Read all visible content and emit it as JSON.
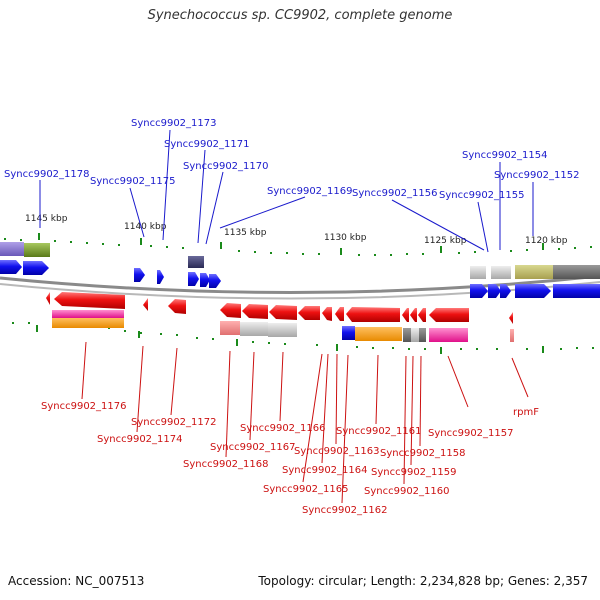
{
  "title": "Synechococcus sp. CC9902, complete genome",
  "accession_text": "Accession: NC_007513",
  "topology_text": "Topology: circular; Length: 2,234,828 bp; Genes: 2,357",
  "colors": {
    "forward_label": "#1a1acc",
    "reverse_label": "#cc1111",
    "forward_gene": "#1111ee",
    "reverse_gene": "#ee1111",
    "backbone": "#888888",
    "tick": "#1a8a1a"
  },
  "scale_labels": [
    "1145 kbp",
    "1140 kbp",
    "1135 kbp",
    "1130 kbp",
    "1125 kbp",
    "1120 kbp"
  ],
  "forward_labels": [
    "Syncc9902_1178",
    "Syncc9902_1175",
    "Syncc9902_1173",
    "Syncc9902_1171",
    "Syncc9902_1170",
    "Syncc9902_1169",
    "Syncc9902_1156",
    "Syncc9902_1155",
    "Syncc9902_1154",
    "Syncc9902_1152"
  ],
  "reverse_labels": [
    "Syncc9902_1176",
    "Syncc9902_1174",
    "Syncc9902_1172",
    "Syncc9902_1168",
    "Syncc9902_1167",
    "Syncc9902_1166",
    "Syncc9902_1165",
    "Syncc9902_1164",
    "Syncc9902_1163",
    "Syncc9902_1162",
    "Syncc9902_1161",
    "Syncc9902_1160",
    "Syncc9902_1159",
    "Syncc9902_1158",
    "Syncc9902_1157",
    "rpmF"
  ]
}
